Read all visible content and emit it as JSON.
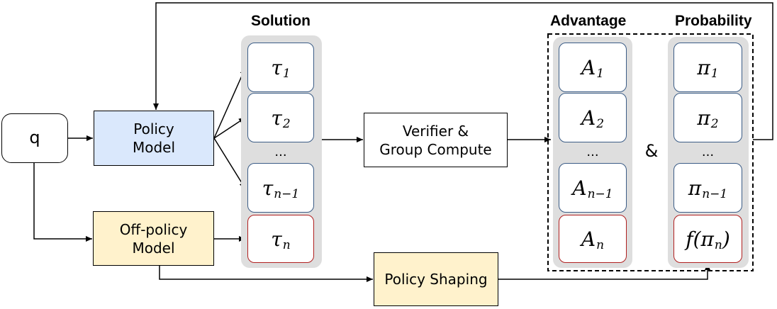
{
  "input": {
    "label": "q"
  },
  "policy_model": {
    "line1": "Policy",
    "line2": "Model"
  },
  "off_policy_model": {
    "line1": "Off-policy",
    "line2": "Model"
  },
  "verifier": {
    "line1": "Verifier &",
    "line2": "Group Compute"
  },
  "policy_shaping": {
    "label": "Policy Shaping"
  },
  "solution": {
    "title": "Solution",
    "items": [
      {
        "sym": "τ",
        "sub": "1"
      },
      {
        "sym": "τ",
        "sub": "2"
      },
      {
        "sym": "τ",
        "sub": "n−1"
      },
      {
        "sym": "τ",
        "sub": "n"
      }
    ],
    "dots": "..."
  },
  "advantage": {
    "title": "Advantage",
    "items": [
      {
        "sym": "A",
        "sub": "1"
      },
      {
        "sym": "A",
        "sub": "2"
      },
      {
        "sym": "A",
        "sub": "n−1"
      },
      {
        "sym": "A",
        "sub": "n"
      }
    ],
    "dots": "..."
  },
  "probability": {
    "title": "Probability",
    "items": [
      {
        "sym": "π",
        "sub": "1"
      },
      {
        "sym": "π",
        "sub": "2"
      },
      {
        "sym": "π",
        "sub": "n−1"
      },
      {
        "pre": "f(π",
        "sub": "n",
        "post": ")"
      }
    ],
    "dots": "..."
  },
  "ampersand": "&",
  "colors": {
    "policy_fill": "#dae8fc",
    "offpolicy_fill": "#fff2cc",
    "panel_fill": "#dedede",
    "cell_border_blue": "#3b5c86",
    "cell_border_red": "#b01f1f"
  }
}
